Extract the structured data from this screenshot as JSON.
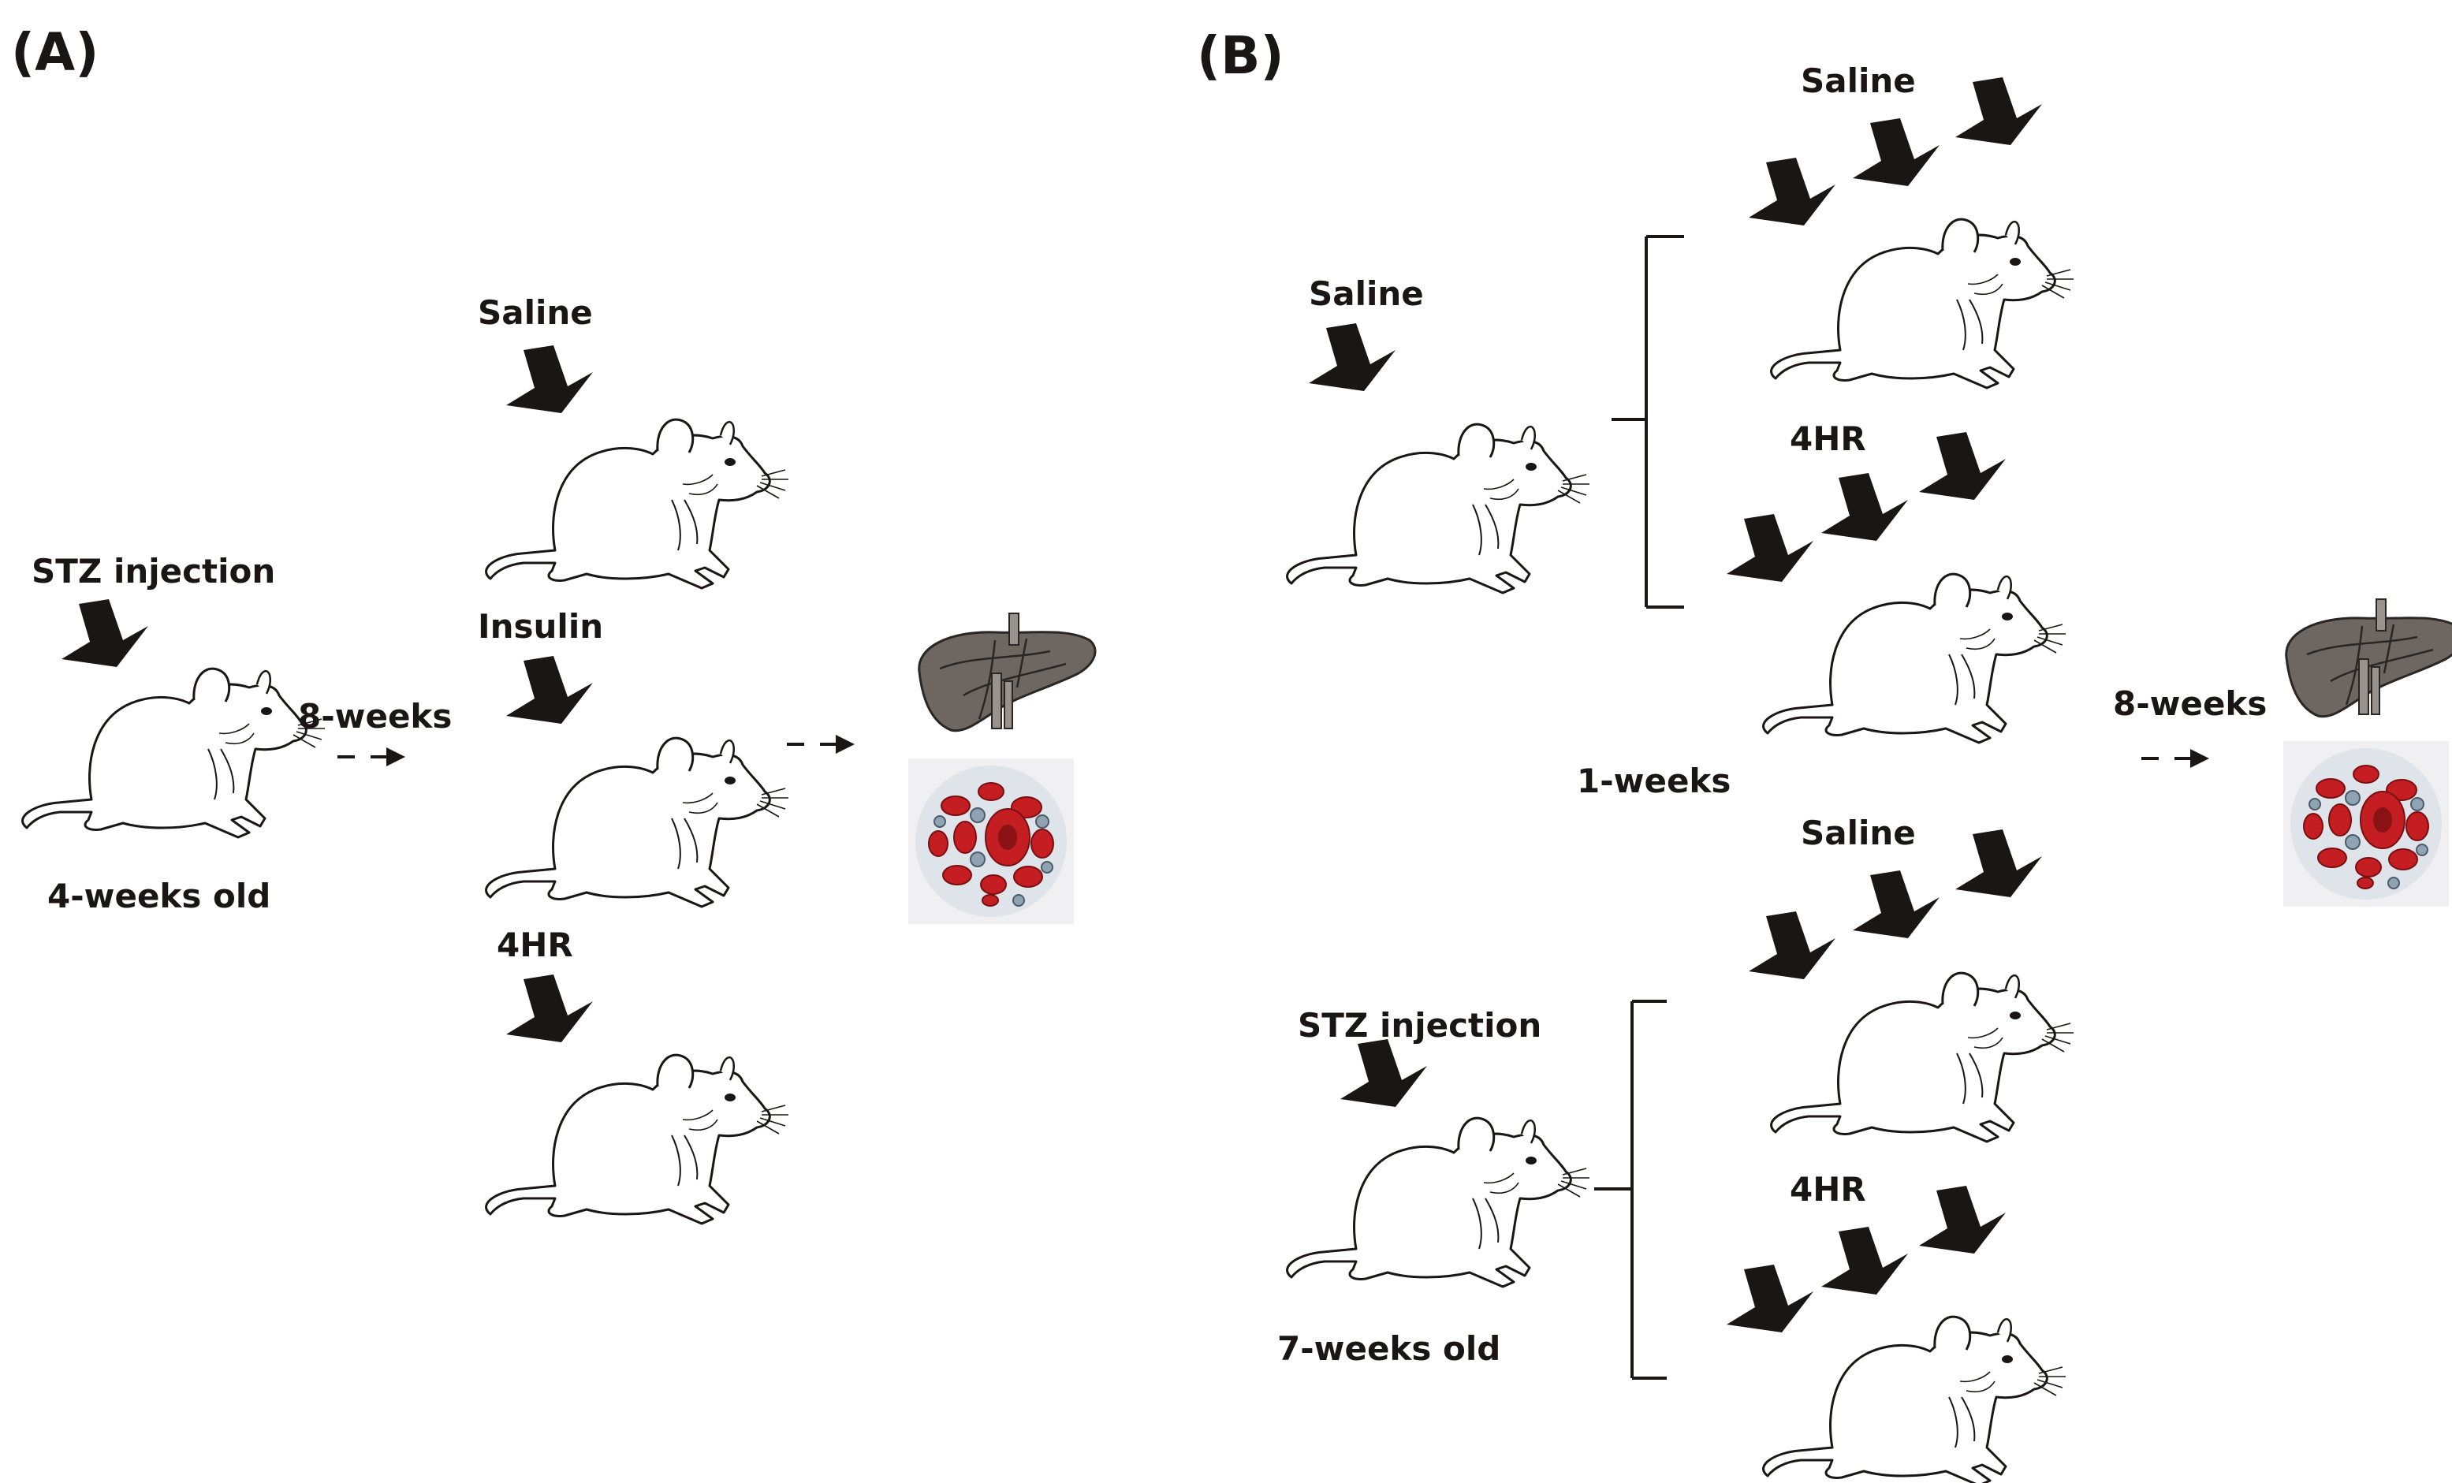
{
  "panel_a": {
    "letter": "(A)",
    "injection": "STZ injection",
    "age": "4-weeks old",
    "duration": "8-weeks",
    "groups": [
      "Saline",
      "Insulin",
      "4HR"
    ],
    "outputs": [
      "liver-icon",
      "blood-cells-icon"
    ]
  },
  "panel_b": {
    "letter": "(B)",
    "control_treatment": "Saline",
    "injection": "STZ injection",
    "age": "7-weeks old",
    "pretreatment_duration": "1-weeks",
    "duration": "8-weeks",
    "upper_groups": [
      "Saline",
      "4HR"
    ],
    "lower_groups": [
      "Saline",
      "4HR"
    ],
    "outputs": [
      "liver-icon",
      "blood-cells-icon"
    ]
  },
  "colors": {
    "ink": "#1a1614",
    "blood_red": "#c41e23",
    "cell_grey": "#8fa3b3",
    "liver": "#6e6660"
  }
}
